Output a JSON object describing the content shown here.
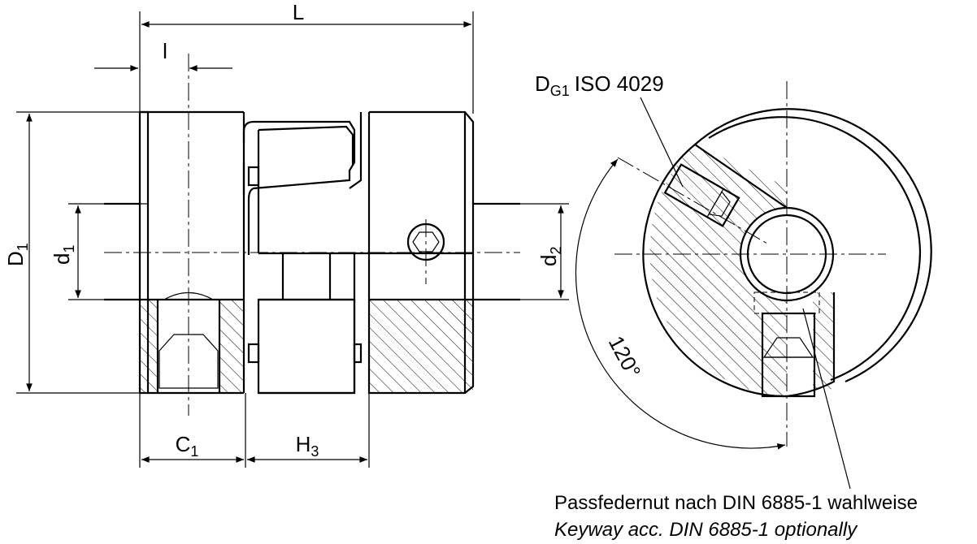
{
  "labels": {
    "L": "L",
    "l": "l",
    "D1_main": "D",
    "D1_sub": "1",
    "d1_main": "d",
    "d1_sub": "1",
    "d2_main": "d",
    "d2_sub": "2",
    "C1_main": "C",
    "C1_sub": "1",
    "H3_main": "H",
    "H3_sub": "3",
    "DG1_main": "D",
    "DG1_sub": "G1",
    "DG1_std": "ISO 4029",
    "angle": "120°"
  },
  "notes": {
    "keyway_de": "Passfedernut nach DIN 6885-1 wahlweise",
    "keyway_en": "Keyway acc. DIN 6885-1 optionally"
  }
}
